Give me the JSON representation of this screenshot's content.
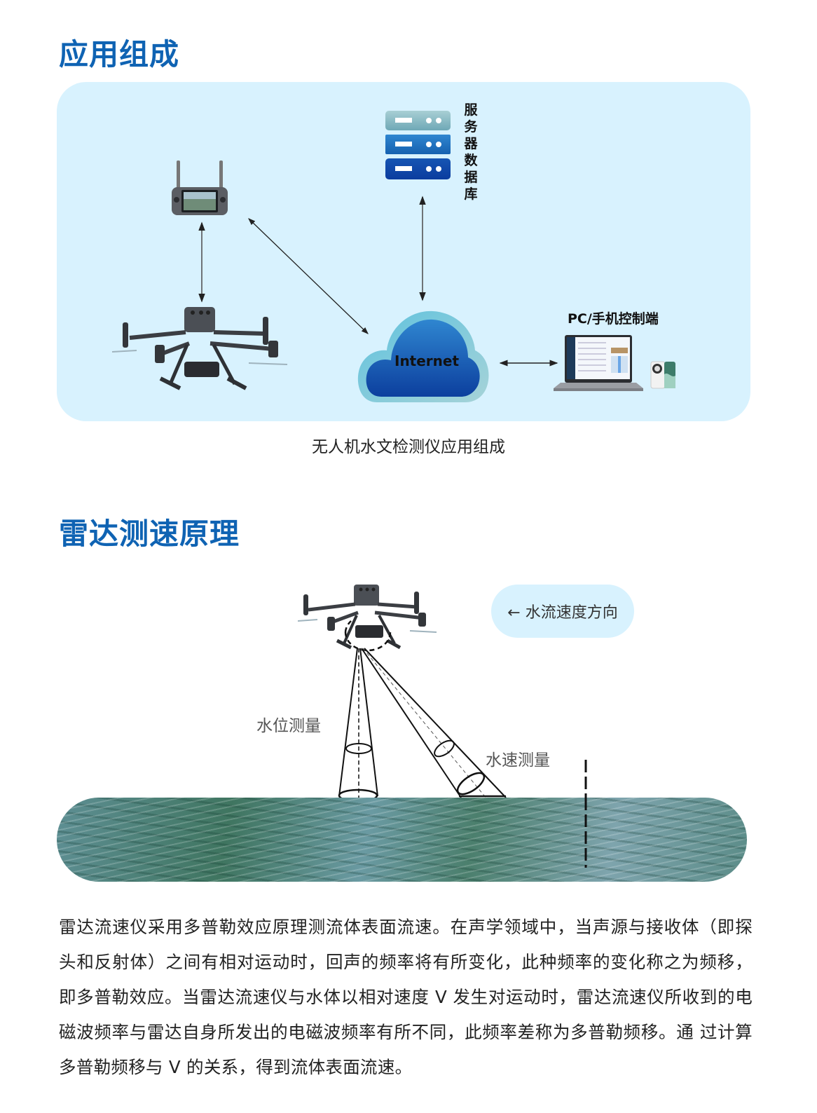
{
  "section1": {
    "title": "应用组成",
    "diagram": {
      "server_label": "服务器数据库",
      "cloud_label": "Internet",
      "client_label": "PC/手机控制端",
      "nodes": [
        "remote-controller",
        "drone",
        "server-database",
        "internet-cloud",
        "pc-laptop",
        "mobile-phone"
      ],
      "links": [
        [
          "remote-controller",
          "drone"
        ],
        [
          "remote-controller",
          "internet-cloud"
        ],
        [
          "server-database",
          "internet-cloud"
        ],
        [
          "internet-cloud",
          "pc-laptop"
        ]
      ]
    },
    "caption": "无人机水文检测仪应用组成"
  },
  "section2": {
    "title": "雷达测速原理",
    "flow_direction_label": "← 水流速度方向",
    "water_level_label": "水位测量",
    "water_speed_label": "水速测量",
    "paragraph": "雷达流速仪采用多普勒效应原理测流体表面流速。在声学领域中，当声源与接收体（即探头和反射体）之间有相对运动时，回声的频率将有所变化，此种频率的变化称之为频移，即多普勒效应。当雷达流速仪与水体以相对速度 V 发生对运动时，雷达流速仪所收到的电磁波频率与雷达自身所发出的电磁波频率有所不同，此频率差称为多普勒频移。通 过计算多普勒频移与 V 的关系，得到流体表面流速。"
  },
  "colors": {
    "title_blue": "#0f63b3",
    "card_bg": "#d8f2fe"
  }
}
